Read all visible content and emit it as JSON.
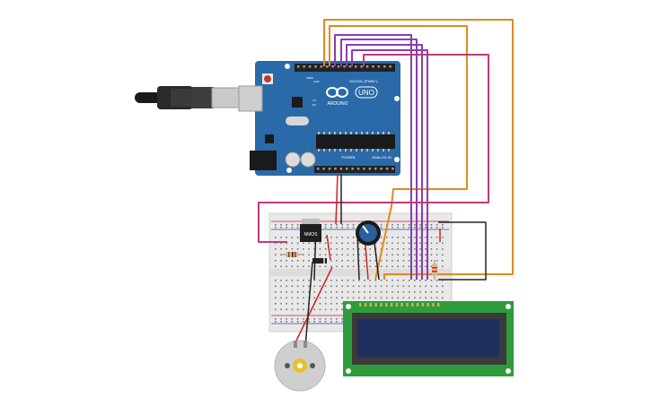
{
  "arduino": {
    "brand_text": "ARDUINO",
    "model_text": "UNO",
    "digital_label": "DIGITAL (PWM~)",
    "power_label": "POWER",
    "analog_label": "ANALOG IN",
    "aref_label": "AREF",
    "gnd_label": "GND",
    "tx_label": "TX",
    "rx_label": "RX"
  },
  "mosfet": {
    "label": "NMOS"
  },
  "colors": {
    "arduino_board": "#2b6aa8",
    "lcd_pcb": "#2e9b3c",
    "lcd_screen": "#1f2f5e",
    "wire_orange": "#e08a1e",
    "wire_purple": "#8a3db0",
    "wire_magenta": "#c13a7a",
    "wire_red": "#d42020",
    "wire_black": "#222222",
    "breadboard": "#ececec"
  },
  "icons": [
    "usb-cable-icon",
    "potentiometer-knob-icon",
    "dc-motor-icon",
    "mosfet-icon",
    "resistor-icon",
    "diode-icon",
    "reset-button-icon"
  ]
}
